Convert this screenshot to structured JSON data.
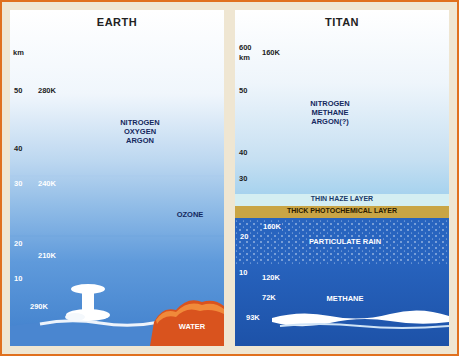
{
  "diagram": {
    "nodes": [
      {
        "text": [
          "EARTH"
        ]
      },
      {
        "text": [
          "TITAN"
        ]
      },
      {
        "text": [
          "THIN HAZE LAYER"
        ],
        "in": 1
      },
      {
        "text": [
          "THICK PHOTOCHEMICAL LAYER"
        ],
        "in": 1
      }
    ],
    "labels": [
      "km",
      "50",
      "40",
      "30",
      "20",
      "10",
      "280K",
      "240K",
      "210K",
      "290K",
      "NITROGEN OXYGEN ARGON",
      "OZONE",
      "WATER",
      "600",
      "km",
      "160K",
      "50",
      "40",
      "30",
      "20",
      "10",
      "NITROGEN METHANE ARGON(?)",
      "160K",
      "PARTICULATE RAIN",
      "120K",
      "72K",
      "METHANE",
      "93K"
    ]
  }
}
